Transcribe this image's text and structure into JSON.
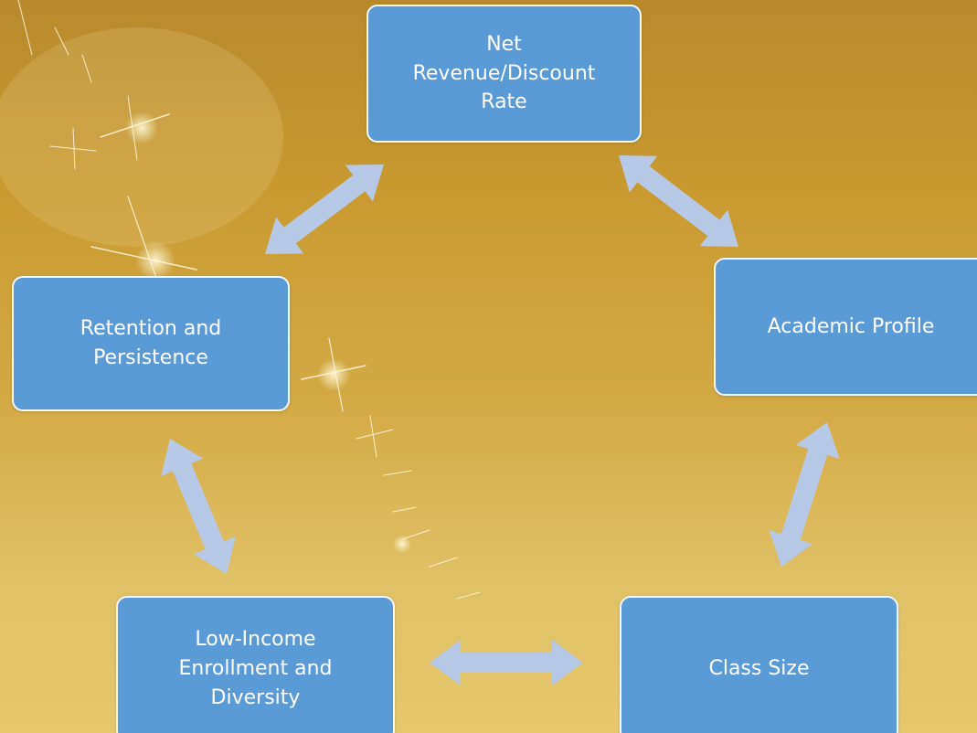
{
  "nodes": {
    "net_revenue": "Net\nRevenue/Discount\nRate",
    "academic_profile": "Academic Profile",
    "retention": "Retention and\nPersistence",
    "low_income": "Low-Income\nEnrollment and\nDiversity",
    "class_size": "Class Size"
  },
  "colors": {
    "node_fill": "#5b9bd5",
    "node_border": "#f4f7fb",
    "arrow_fill": "#b7c9e6",
    "background_top": "#b98a2c",
    "background_bottom": "#e6c86d"
  },
  "edges": [
    {
      "from": "retention",
      "to": "net_revenue",
      "style": "double-arrow"
    },
    {
      "from": "net_revenue",
      "to": "academic_profile",
      "style": "double-arrow"
    },
    {
      "from": "academic_profile",
      "to": "class_size",
      "style": "double-arrow"
    },
    {
      "from": "class_size",
      "to": "low_income",
      "style": "double-arrow"
    },
    {
      "from": "low_income",
      "to": "retention",
      "style": "double-arrow"
    }
  ]
}
